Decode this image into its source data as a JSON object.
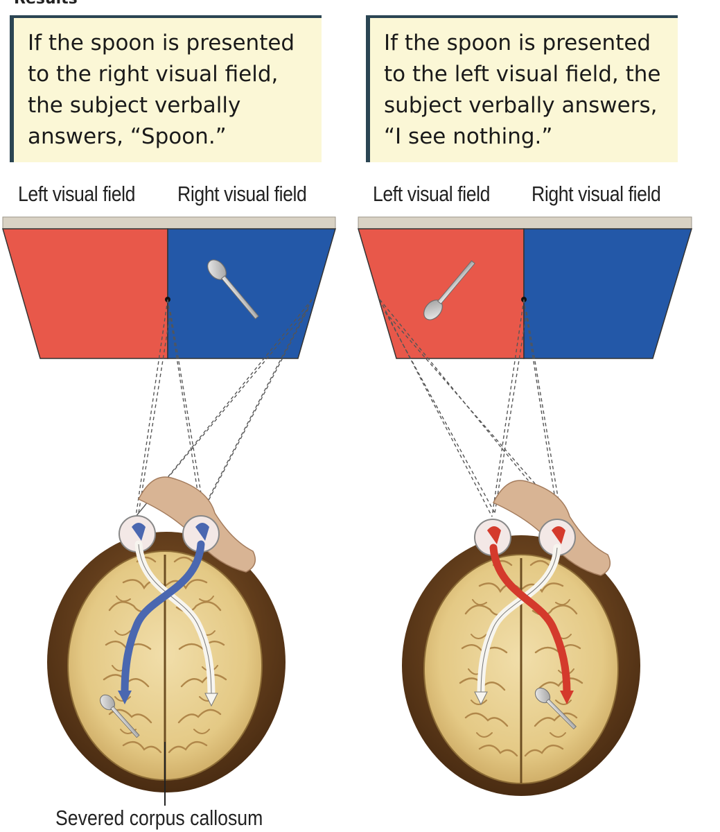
{
  "heading": "Results",
  "panels": [
    {
      "caption_lines": [
        "If the spoon is presented",
        "to the right visual field,",
        "the subject verbally",
        "answers, “Spoon.”"
      ],
      "left_field_label": "Left visual field",
      "right_field_label": "Right visual field",
      "spoon_field": "right"
    },
    {
      "caption_lines": [
        "If the spoon is presented",
        "to the left visual field, the",
        "subject verbally answers,",
        "“I see nothing.”"
      ],
      "left_field_label": "Left visual field",
      "right_field_label": "Right visual field",
      "spoon_field": "left"
    }
  ],
  "bottom_label": "Severed corpus callosum",
  "colors": {
    "left_field": "#e8584a",
    "right_field": "#2358a8",
    "pathway_blue": "#4a67b0",
    "pathway_red": "#d43a2c",
    "caption_bg": "#fbf7d6",
    "caption_border": "#2b4553"
  },
  "icons": [
    "spoon-icon",
    "brain-icon",
    "eye-icon",
    "arrow-down-icon"
  ]
}
